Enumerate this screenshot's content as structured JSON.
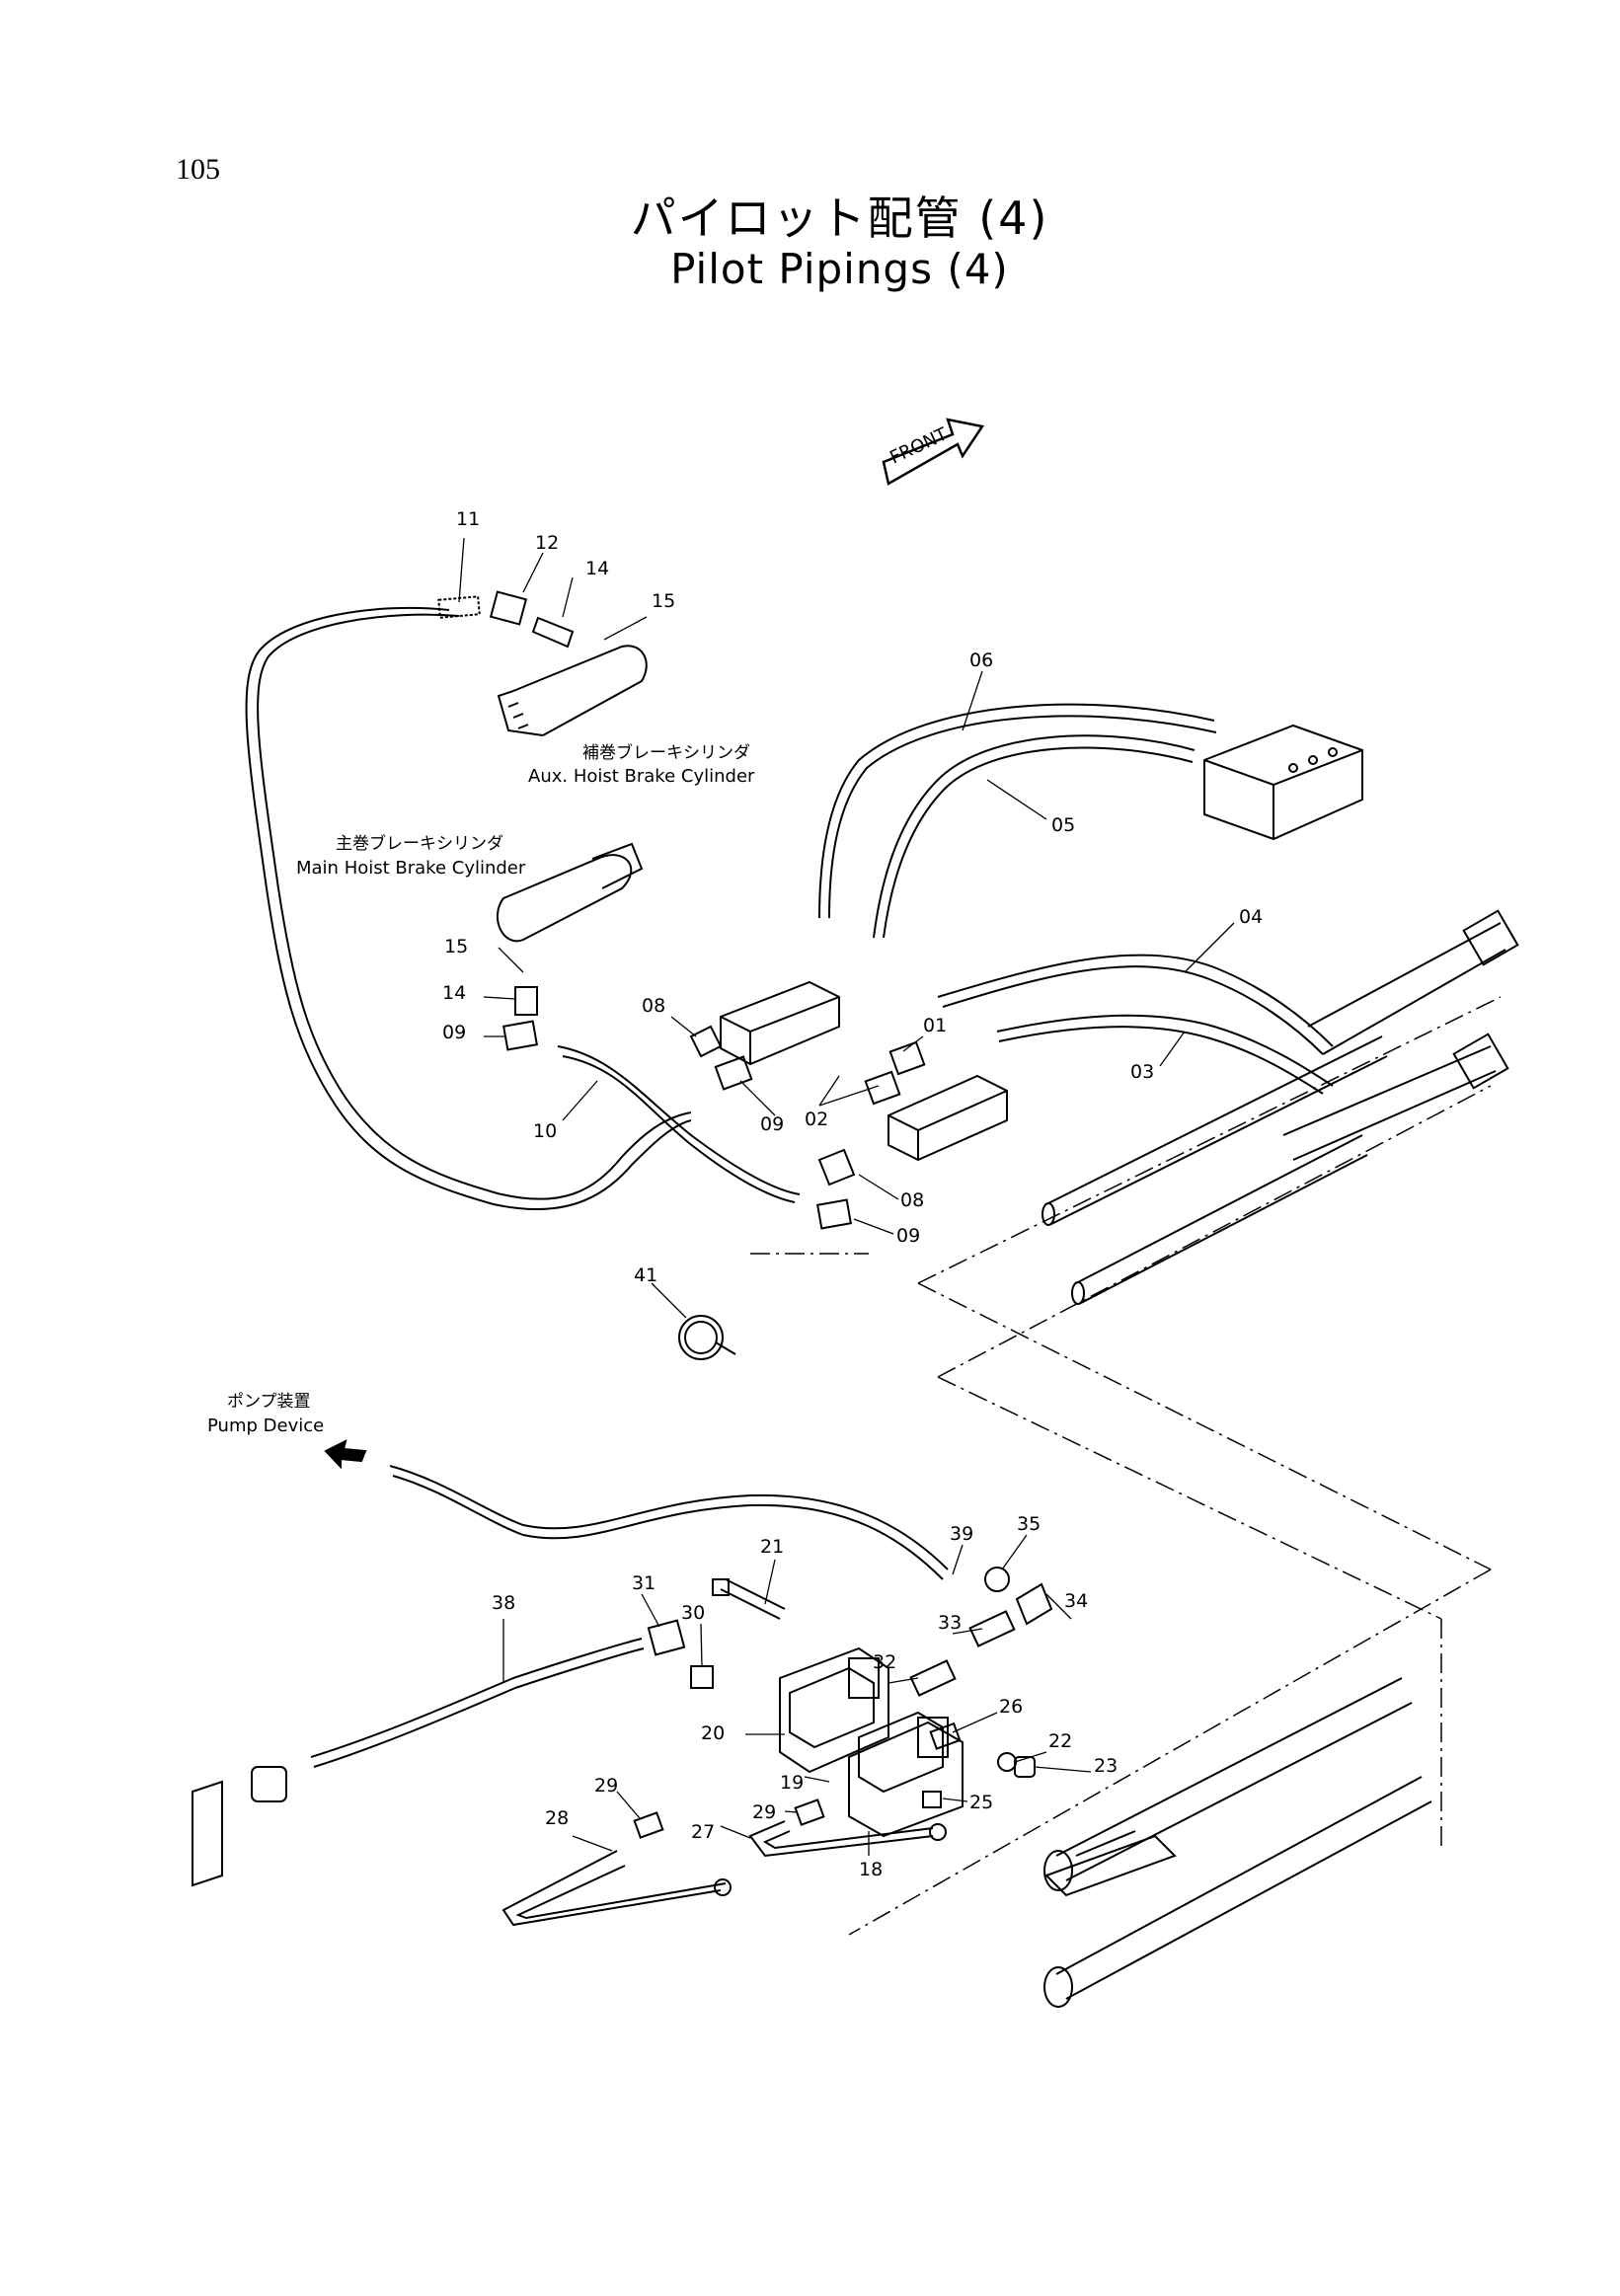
{
  "page_number": "105",
  "title_jp": "パイロット配管 (4)",
  "title_en": "Pilot Pipings (4)",
  "front_marker": "FRONT",
  "labels": {
    "aux_brake_jp": "補巻ブレーキシリンダ",
    "aux_brake_en": "Aux. Hoist Brake Cylinder",
    "main_brake_jp": "主巻ブレーキシリンダ",
    "main_brake_en": "Main Hoist Brake Cylinder",
    "pump_jp": "ポンプ装置",
    "pump_en": "Pump Device"
  },
  "part_numbers": [
    "11",
    "12",
    "14",
    "15",
    "06",
    "05",
    "15",
    "14",
    "09",
    "04",
    "08",
    "01",
    "03",
    "02",
    "09",
    "10",
    "08",
    "09",
    "41",
    "39",
    "35",
    "34",
    "21",
    "31",
    "30",
    "33",
    "38",
    "32",
    "26",
    "20",
    "22",
    "23",
    "19",
    "25",
    "29",
    "29",
    "28",
    "27",
    "18"
  ]
}
